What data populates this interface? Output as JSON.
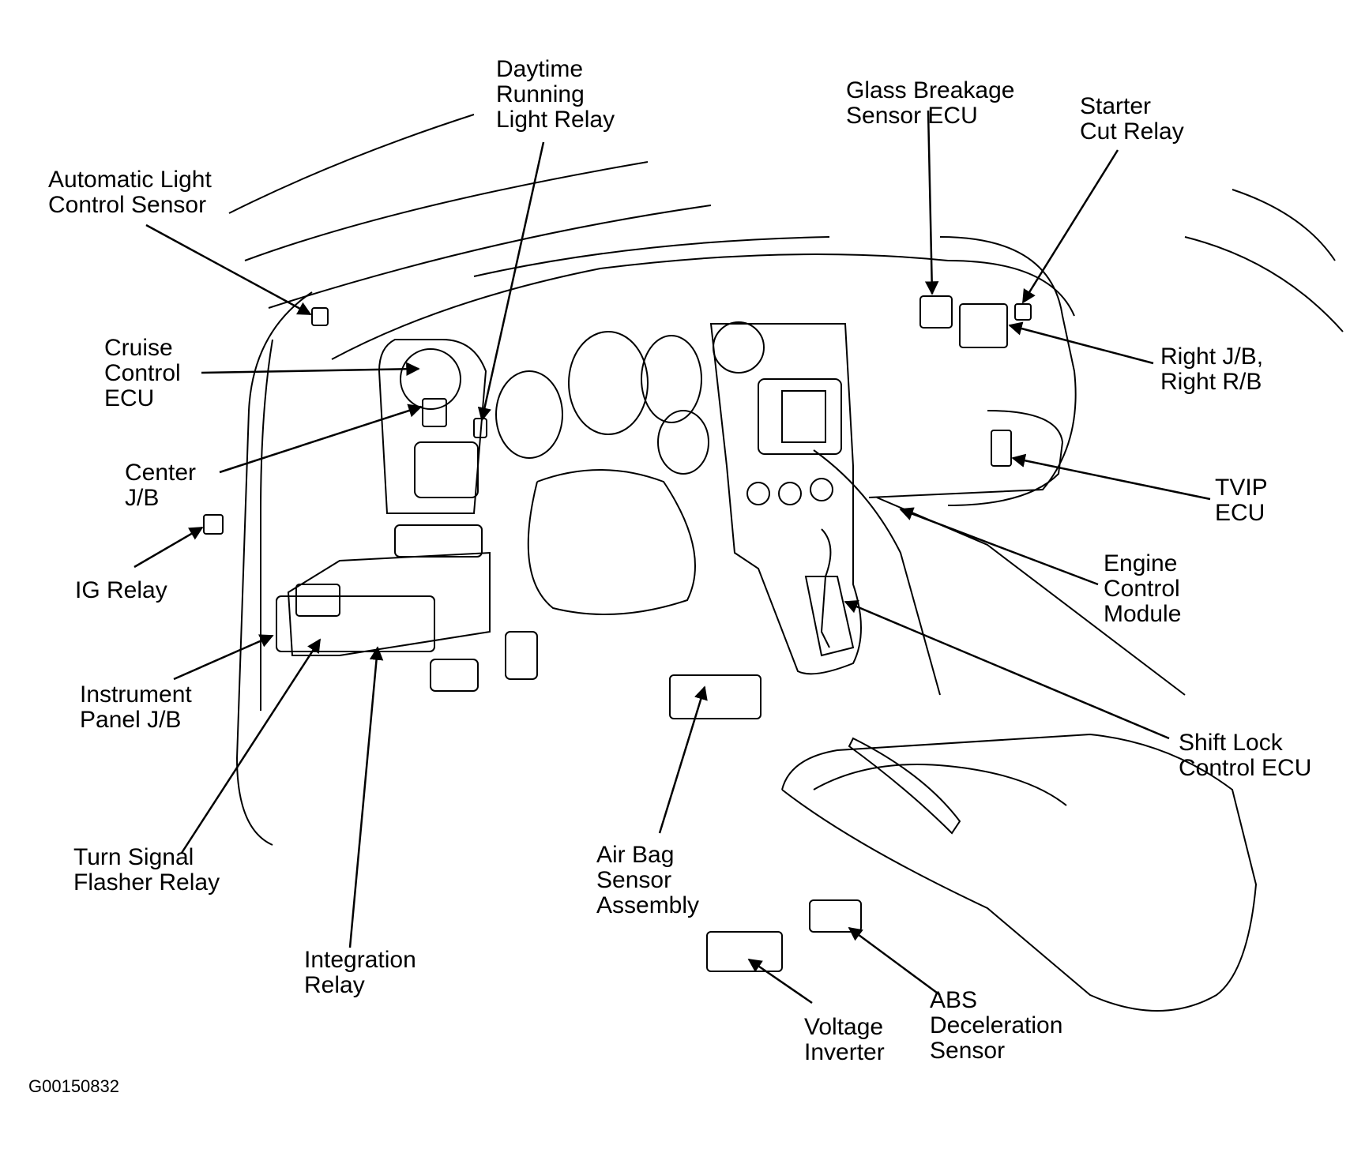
{
  "diagram": {
    "title": "Instrument panel component locations",
    "figure_code": "G00150832",
    "labels": [
      {
        "id": "automatic-light-control-sensor",
        "lines": [
          "Automatic Light",
          "Control Sensor"
        ]
      },
      {
        "id": "daytime-running-light-relay",
        "lines": [
          "Daytime",
          "Running",
          "Light Relay"
        ]
      },
      {
        "id": "glass-breakage-sensor-ecu",
        "lines": [
          "Glass Breakage",
          "Sensor ECU"
        ]
      },
      {
        "id": "starter-cut-relay",
        "lines": [
          "Starter",
          "Cut Relay"
        ]
      },
      {
        "id": "cruise-control-ecu",
        "lines": [
          "Cruise",
          "Control",
          "ECU"
        ]
      },
      {
        "id": "right-jb-rb",
        "lines": [
          "Right J/B,",
          "Right R/B"
        ]
      },
      {
        "id": "center-jb",
        "lines": [
          "Center",
          "J/B"
        ]
      },
      {
        "id": "tvip-ecu",
        "lines": [
          "TVIP",
          "ECU"
        ]
      },
      {
        "id": "ig-relay",
        "lines": [
          "IG Relay"
        ]
      },
      {
        "id": "engine-control-module",
        "lines": [
          "Engine",
          "Control",
          "Module"
        ]
      },
      {
        "id": "instrument-panel-jb",
        "lines": [
          "Instrument",
          "Panel J/B"
        ]
      },
      {
        "id": "shift-lock-control-ecu",
        "lines": [
          "Shift Lock",
          "Control ECU"
        ]
      },
      {
        "id": "turn-signal-flasher-relay",
        "lines": [
          "Turn Signal",
          "Flasher Relay"
        ]
      },
      {
        "id": "air-bag-sensor-assembly",
        "lines": [
          "Air Bag",
          "Sensor",
          "Assembly"
        ]
      },
      {
        "id": "integration-relay",
        "lines": [
          "Integration",
          "Relay"
        ]
      },
      {
        "id": "abs-deceleration-sensor",
        "lines": [
          "ABS",
          "Deceleration",
          "Sensor"
        ]
      },
      {
        "id": "voltage-inverter",
        "lines": [
          "Voltage",
          "Inverter"
        ]
      }
    ]
  }
}
